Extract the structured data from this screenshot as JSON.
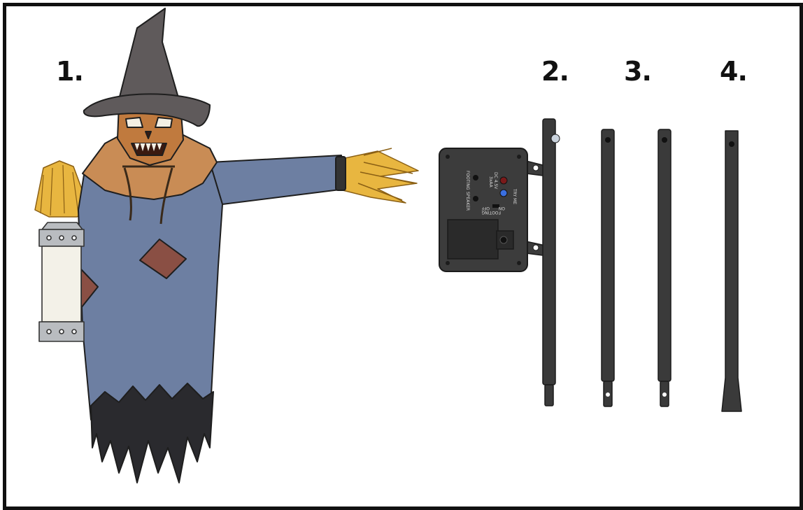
{
  "parts": [
    {
      "number": "1.",
      "item": "scarecrow-figure"
    },
    {
      "number": "2.",
      "item": "pole-with-control-box"
    },
    {
      "number": "3.",
      "item": "middle-pole"
    },
    {
      "number": "4.",
      "item": "ground-stake-pole"
    }
  ],
  "control_box": {
    "dc_label": "DC 4.5V",
    "dc_sub": "3xAA",
    "try_me": "TRY ME",
    "footing": "FOOTING",
    "speaker": "SPEAKER",
    "on": "ON",
    "off": "OFF",
    "footing_switch": "FOOTING"
  },
  "colors": {
    "robe": "#6d7fa2",
    "hat": "#5f5a5b",
    "burlap": "#c98c55",
    "pole": "#3a3a3a",
    "box": "#3c3c3c",
    "straw": "#e8b640"
  }
}
